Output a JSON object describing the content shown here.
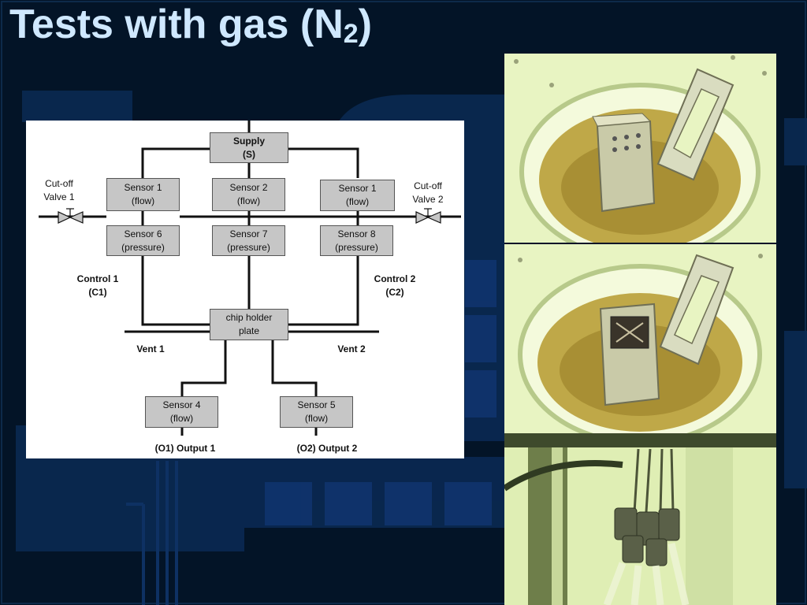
{
  "slide": {
    "title_main": "Tests with gas (N",
    "title_sub": "2",
    "title_end": ")"
  },
  "diagram": {
    "supply": {
      "line1": "Supply",
      "line2": "(S)"
    },
    "sensor_top_left": {
      "line1": "Sensor 1",
      "line2": "(flow)"
    },
    "sensor_top_mid": {
      "line1": "Sensor 2",
      "line2": "(flow)"
    },
    "sensor_top_right": {
      "line1": "Sensor 1",
      "line2": "(flow)"
    },
    "sensor6": {
      "line1": "Sensor 6",
      "line2": "(pressure)"
    },
    "sensor7": {
      "line1": "Sensor 7",
      "line2": "(pressure)"
    },
    "sensor8": {
      "line1": "Sensor 8",
      "line2": "(pressure)"
    },
    "chip_holder": {
      "line1": "chip holder",
      "line2": "plate"
    },
    "sensor4": {
      "line1": "Sensor 4",
      "line2": "(flow)"
    },
    "sensor5": {
      "line1": "Sensor 5",
      "line2": "(flow)"
    },
    "valve1": {
      "line1": "Cut-off",
      "line2": "Valve 1"
    },
    "valve2": {
      "line1": "Cut-off",
      "line2": "Valve 2"
    },
    "control1": {
      "line1": "Control 1",
      "line2": "(C1)"
    },
    "control2": {
      "line1": "Control 2",
      "line2": "(C2)"
    },
    "vent1": "Vent 1",
    "vent2": "Vent 2",
    "output1": "(O1) Output 1",
    "output2": "(O2) Output 2"
  },
  "colors": {
    "background": "#031427",
    "title": "#cfe8ff",
    "box_fill": "#c6c6c6",
    "photo_tint": "#e4f2b4"
  }
}
